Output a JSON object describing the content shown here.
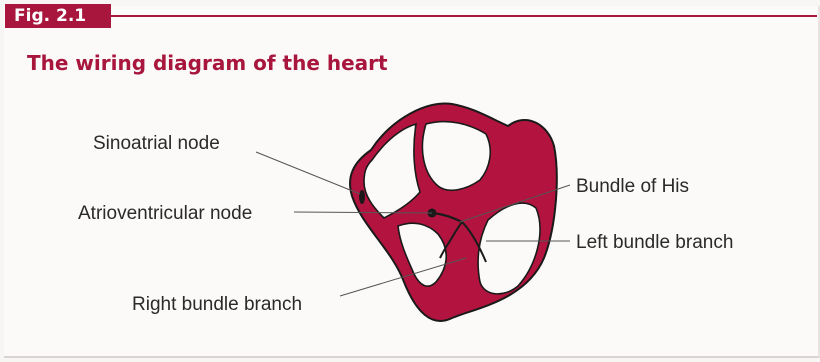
{
  "figure": {
    "tag": "Fig. 2.1",
    "title": "The wiring diagram of the heart"
  },
  "labels": {
    "sinoatrial_node": "Sinoatrial node",
    "atrioventricular_node": "Atrioventricular node",
    "right_bundle_branch": "Right bundle branch",
    "bundle_of_his": "Bundle of His",
    "left_bundle_branch": "Left bundle branch"
  },
  "colors": {
    "accent": "#a8163d",
    "heart_muscle": "#b3143f",
    "text": "#2a2a2a"
  }
}
